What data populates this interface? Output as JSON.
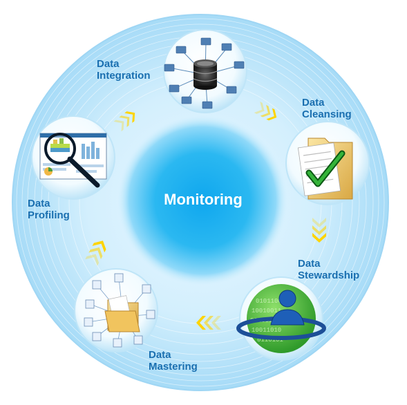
{
  "diagram": {
    "center": "Monitoring",
    "steps": [
      {
        "line1": "Data",
        "line2": "Integration",
        "icon": "database-network-icon"
      },
      {
        "line1": "Data",
        "line2": "Cleansing",
        "icon": "folder-checkmark-icon"
      },
      {
        "line1": "Data",
        "line2": "Stewardship",
        "icon": "user-globe-icon"
      },
      {
        "line1": "Data",
        "line2": "Mastering",
        "icon": "folder-documents-icon"
      },
      {
        "line1": "Data",
        "line2": "Profiling",
        "icon": "magnifier-report-icon"
      }
    ]
  },
  "colors": {
    "label": "#1a6fb0",
    "arrow": "#ffd400",
    "ring": "#bfe6fa",
    "core": "#1fb0ee"
  }
}
